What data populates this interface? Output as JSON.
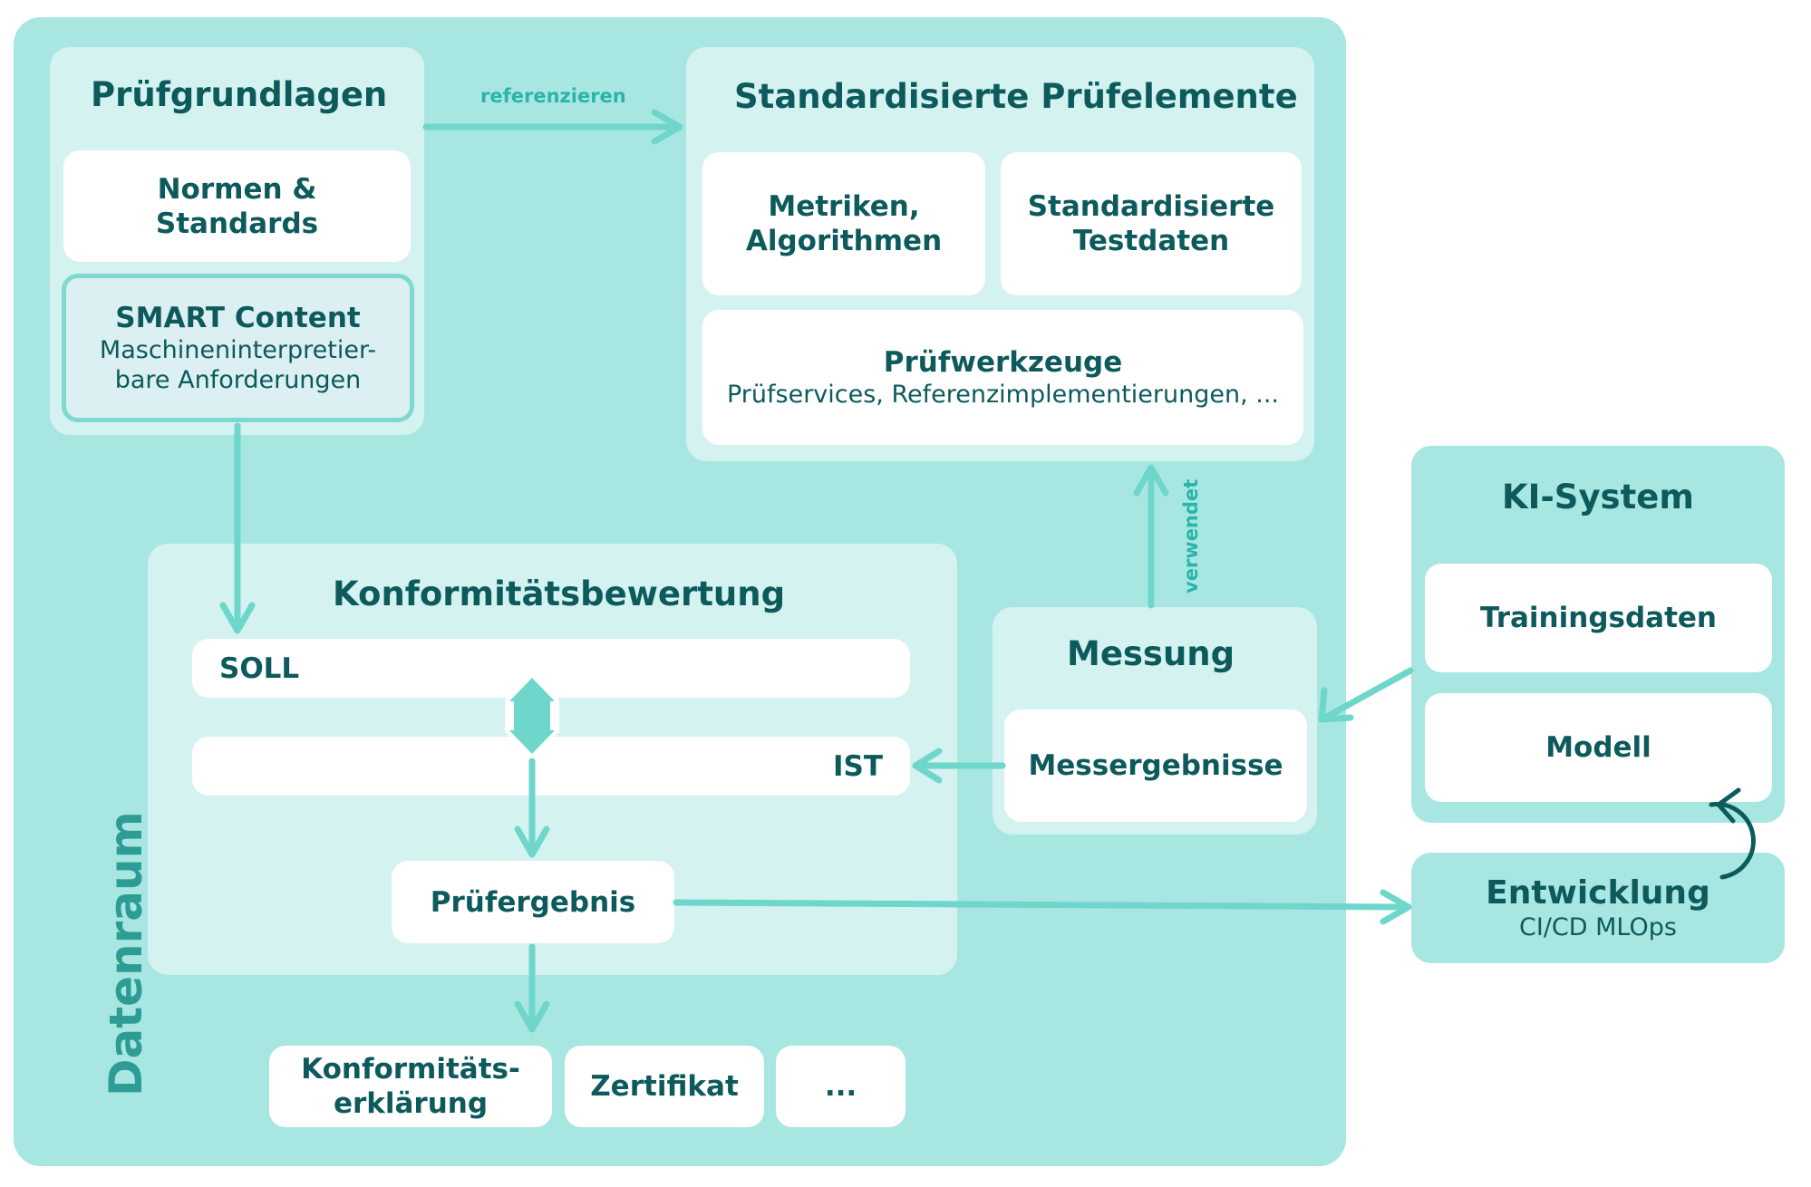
{
  "dataspace": {
    "label": "Datenraum"
  },
  "pruefgrundlagen": {
    "title": "Prüfgrundlagen",
    "normen_line1": "Normen &",
    "normen_line2": "Standards",
    "smart_title": "SMART Content",
    "smart_sub_line1": "Maschineninterpretier-",
    "smart_sub_line2": "bare Anforderungen"
  },
  "referenzieren_label": "referenzieren",
  "standardisierte": {
    "title": "Standardisierte Prüfelemente",
    "metriken_line1": "Metriken,",
    "metriken_line2": "Algorithmen",
    "testdaten_line1": "Standardisierte",
    "testdaten_line2": "Testdaten",
    "werkzeuge_title": "Prüfwerkzeuge",
    "werkzeuge_sub": "Prüfservices, Referenzimplementierungen, ..."
  },
  "verwendet_label": "verwendet",
  "konformitaet": {
    "title": "Konformitätsbewertung",
    "soll": "SOLL",
    "ist": "IST",
    "ergebnis": "Prüfergebnis"
  },
  "messung": {
    "title": "Messung",
    "ergebnisse": "Messergebnisse"
  },
  "outputs": {
    "erklaerung_line1": "Konformitäts-",
    "erklaerung_line2": "erklärung",
    "zertifikat": "Zertifikat",
    "more": "..."
  },
  "ki_system": {
    "title": "KI-System",
    "trainingsdaten": "Trainingsdaten",
    "modell": "Modell"
  },
  "entwicklung": {
    "title": "Entwicklung",
    "sub": "CI/CD MLOps"
  },
  "colors": {
    "outer": "#a8e6e2",
    "panel": "#d3f2f0",
    "card": "#ffffff",
    "text": "#0d5a5c",
    "arrow": "#6fd6cc",
    "smart_border": "#7fd9d0"
  }
}
